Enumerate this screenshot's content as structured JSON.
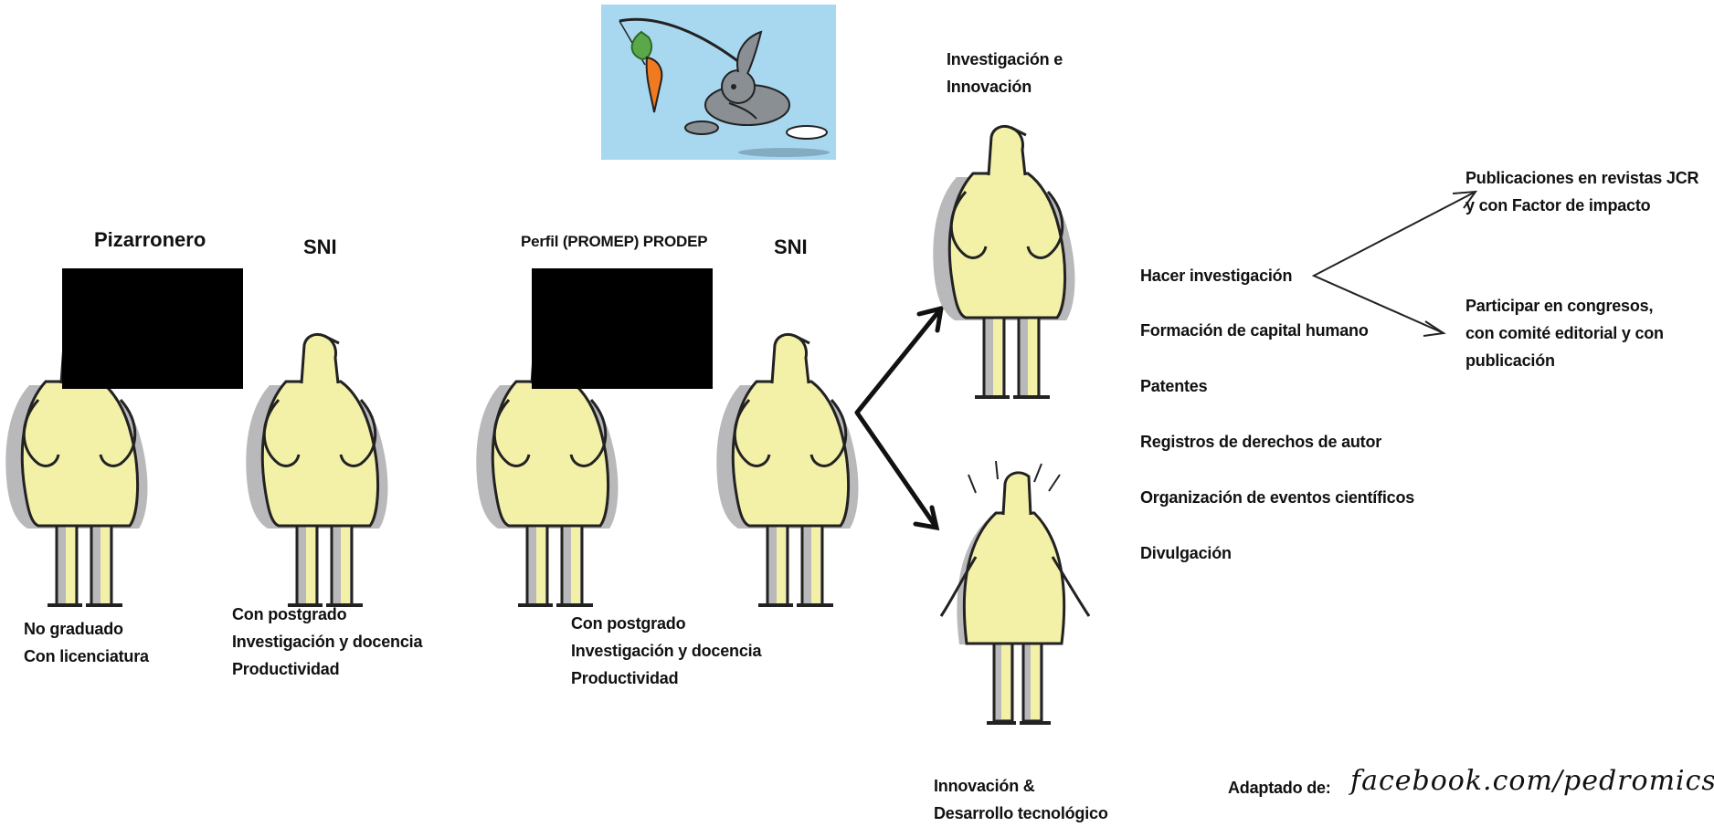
{
  "groups": {
    "pizarronero": {
      "title": "Pizarronero",
      "lines": [
        "No graduado",
        "Con licenciatura"
      ]
    },
    "sni_1": {
      "title": "SNI",
      "lines": [
        "Con postgrado",
        "Investigación y docencia",
        "Productividad"
      ]
    },
    "prodep": {
      "title": "Perfil (PROMEP) PRODEP",
      "lines": [
        "Con postgrado",
        "Investigación y docencia",
        "Productividad"
      ]
    },
    "sni_2": {
      "title": "SNI"
    }
  },
  "branches": {
    "investigacion": {
      "lines": [
        "Investigación e",
        "Innovación"
      ]
    },
    "innovacion": {
      "lines": [
        "Innovación &",
        "Desarrollo tecnológico"
      ]
    }
  },
  "activities": [
    "Hacer investigación",
    "Formación de capital humano",
    "Patentes",
    "Registros de derechos de autor",
    "Organización de eventos científicos",
    "Divulgación"
  ],
  "outcomes": {
    "publicaciones": [
      "Publicaciones en revistas JCR",
      "y con Factor de impacto"
    ],
    "congresos": [
      "Participar en congresos,",
      "con comité editorial y con",
      "publicación"
    ]
  },
  "credit": {
    "label": "Adaptado de:",
    "source": "facebook.com/pedromics"
  },
  "colors": {
    "figure_fill": "#f3f0a8",
    "figure_shadow": "#b9b9bb",
    "sky": "#a8d8f0",
    "carrot": "#f07a20"
  }
}
